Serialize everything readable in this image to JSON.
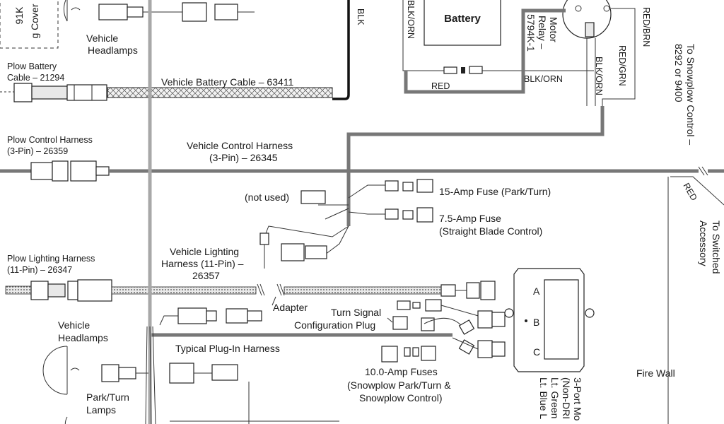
{
  "labels": {
    "plug_cover_line1": "91K",
    "plug_cover_line2": "g Cover",
    "vehicle_headlamps_top": "Vehicle Headlamps",
    "plow_battery_cable_line1": "Plow Battery",
    "plow_battery_cable_line2": "Cable – 21294",
    "vehicle_battery_cable": "Vehicle Battery Cable – 63411",
    "wire_blk": "BLK",
    "wire_blk_orn_1": "BLK/ORN",
    "battery": "Battery",
    "motor_relay_line1": "Motor",
    "motor_relay_line2": "Relay –",
    "motor_relay_line3": "5794K-1",
    "wire_red_relay": "RED",
    "wire_blk_orn_2": "BLK/ORN",
    "wire_blk_orn_3": "BLK/ORN",
    "wire_red_grn": "RED/GRN",
    "wire_red_brn": "RED/BRN",
    "to_snowplow_line1": "To Snowplow Control –",
    "to_snowplow_line2": "8292 or 9400",
    "plow_control_line1": "Plow Control Harness",
    "plow_control_line2": "(3-Pin) – 26359",
    "vehicle_control_line1": "Vehicle Control Harness",
    "vehicle_control_line2": "(3-Pin) – 26345",
    "wire_red_switched": "RED",
    "to_switched_line1": "To Switched",
    "to_switched_line2": "Accessory",
    "not_used": "(not used)",
    "fuse_15": "15-Amp Fuse (Park/Turn)",
    "fuse_75_line1": "7.5-Amp Fuse",
    "fuse_75_line2": "(Straight Blade Control)",
    "plow_lighting_line1": "Plow Lighting Harness",
    "plow_lighting_line2": "(11-Pin) – 26347",
    "vehicle_lighting_line1": "Vehicle Lighting",
    "vehicle_lighting_line2": "Harness (11-Pin) –",
    "vehicle_lighting_line3": "26357",
    "adapter": "Adapter",
    "turn_signal_line1": "Turn Signal",
    "turn_signal_line2": "Configuration Plug",
    "vehicle_headlamps_bottom": "Vehicle Headlamps",
    "typical_plugin": "Typical Plug-In Harness",
    "fuses_10_line1": "10.0-Amp Fuses",
    "fuses_10_line2": "(Snowplow Park/Turn &",
    "fuses_10_line3": "Snowplow Control)",
    "park_turn_line1": "Park/Turn",
    "park_turn_line2": "Lamps",
    "fire_wall": "Fire Wall",
    "port_a": "A",
    "port_b": "B",
    "port_c": "C",
    "module_line1": "3-Port Mo",
    "module_line2": "(Non-DRI",
    "module_line3": "Lt. Green",
    "module_line4": "Lt. Blue L"
  }
}
